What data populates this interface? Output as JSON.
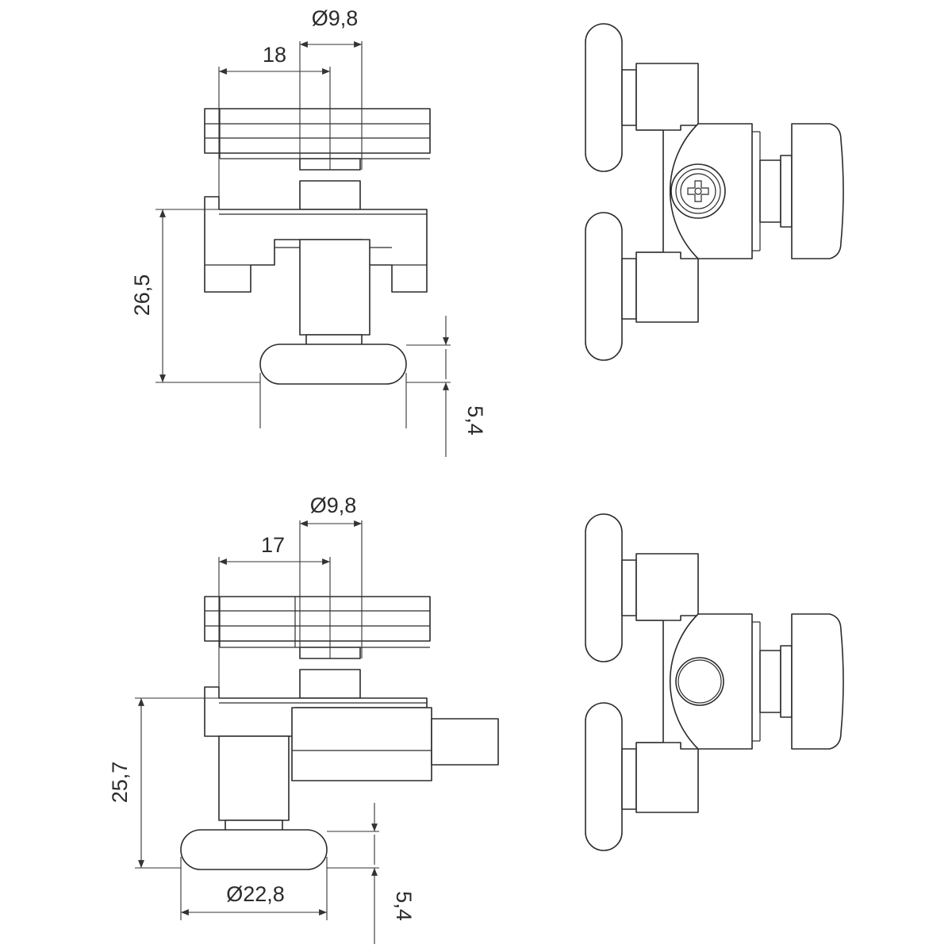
{
  "colors": {
    "line": "#2b2b2b",
    "background": "#ffffff"
  },
  "dimensions": {
    "top_left": {
      "bore_diameter": "Ø9,8",
      "offset": "18",
      "height": "26,5",
      "wheel_thickness": "5,4"
    },
    "bottom_left": {
      "bore_diameter": "Ø9,8",
      "offset": "17",
      "height": "25,7",
      "wheel_diameter": "Ø22,8",
      "wheel_thickness": "5,4"
    }
  }
}
